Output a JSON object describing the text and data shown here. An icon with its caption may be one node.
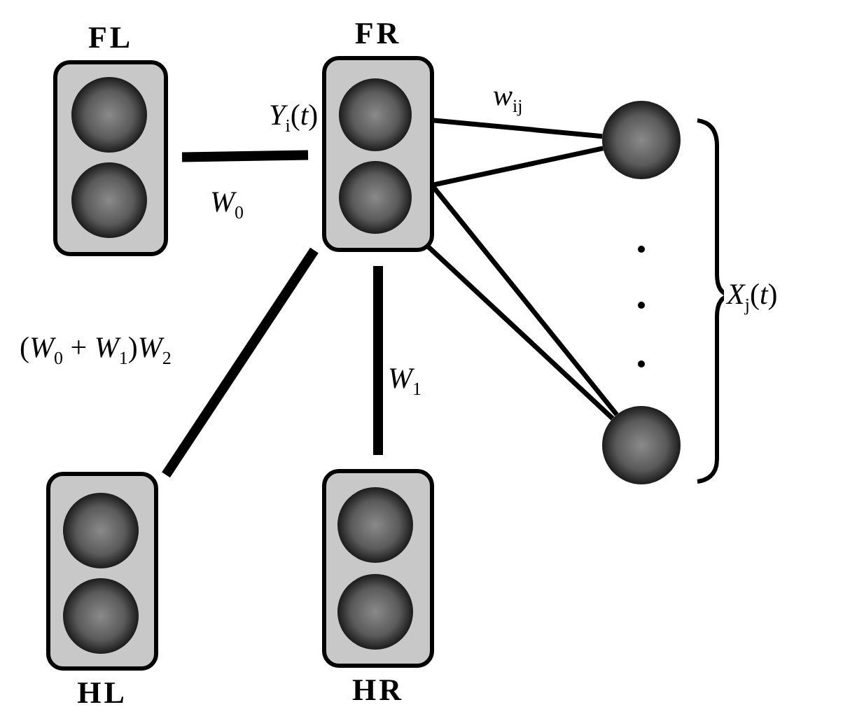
{
  "diagram": {
    "nodes": [
      {
        "text": [
          "FL"
        ]
      },
      {
        "text": [],
        "shape": "circle",
        "in": 0
      },
      {
        "text": [],
        "shape": "circle",
        "in": 0
      },
      {
        "text": [
          "FR"
        ]
      },
      {
        "text": [],
        "shape": "circle",
        "in": 3,
        "beside": [
          "*Y*$_{i}$(*t*)"
        ]
      },
      {
        "text": [],
        "shape": "circle",
        "in": 3
      },
      {
        "text": [
          "HL"
        ]
      },
      {
        "text": [],
        "shape": "circle",
        "in": 6
      },
      {
        "text": [],
        "shape": "circle",
        "in": 6
      },
      {
        "text": [
          "HR"
        ]
      },
      {
        "text": [],
        "shape": "circle",
        "in": 9
      },
      {
        "text": [],
        "shape": "circle",
        "in": 9
      },
      {
        "text": [],
        "shape": "circle"
      },
      {
        "text": [],
        "shape": "circle"
      }
    ],
    "edges": [
      {
        "from": 0,
        "to": 3,
        "arrow": "none",
        "style": "thick",
        "label": "*W*$_{0}$"
      },
      {
        "from": 3,
        "to": 6,
        "arrow": "none",
        "style": "thick",
        "label": "(*W*$_{0}$ + *W*$_{1}$)*W*$_{2}$"
      },
      {
        "from": 3,
        "to": 9,
        "arrow": "none",
        "style": "thick",
        "label": "*W*$_{1}$"
      },
      {
        "from": 4,
        "to": 12,
        "arrow": "none",
        "label": "*w*$_{ij}$"
      },
      {
        "from": 4,
        "to": 13,
        "arrow": "none"
      },
      {
        "from": 5,
        "to": 12,
        "arrow": "none"
      },
      {
        "from": 5,
        "to": 13,
        "arrow": "none"
      }
    ],
    "labels": [
      "*X*$_{j}$(*t*)"
    ]
  }
}
